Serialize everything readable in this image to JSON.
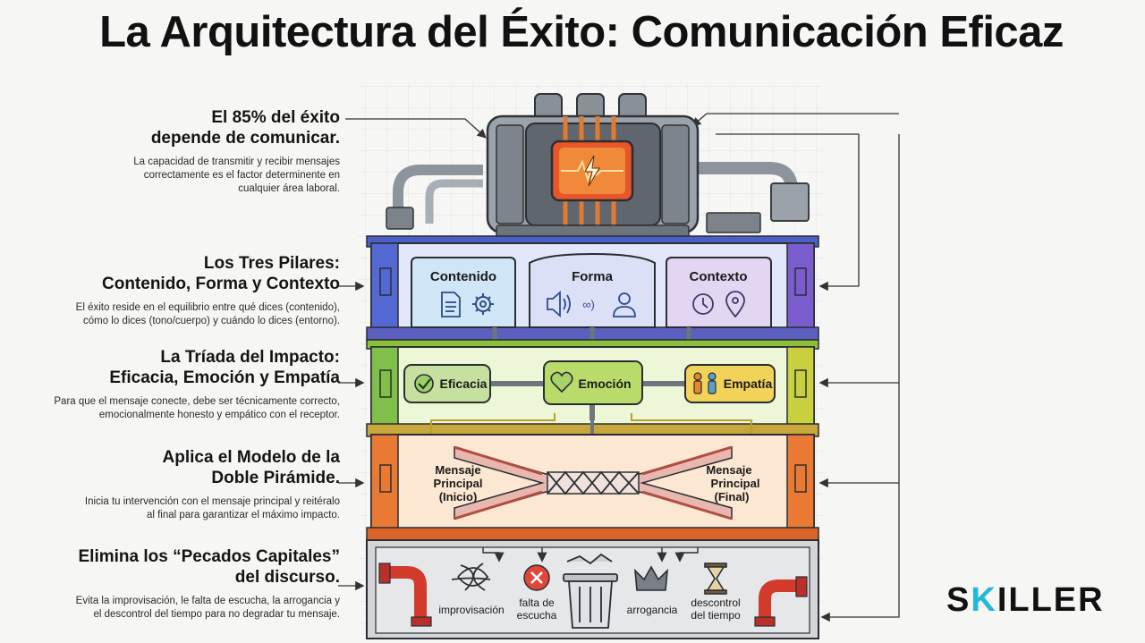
{
  "title": "La Arquitectura del Éxito: Comunicación Eficaz",
  "sections": [
    {
      "heading_line1": "El 85% del éxito",
      "heading_line2": "depende de comunicar.",
      "body_line1": "La capacidad de transmitir y recibir mensajes",
      "body_line2": "correctamente es el factor determinente en",
      "body_line3": "cualquier área laboral."
    },
    {
      "heading_line1": "Los Tres Pilares:",
      "heading_line2": "Contenido, Forma y Contexto",
      "body_line1": "El éxito reside en el equilibrio entre qué dices (contenido),",
      "body_line2": "cómo lo dices (tono/cuerpo) y cuándo lo dices (entorno)."
    },
    {
      "heading_line1": "La Tríada del Impacto:",
      "heading_line2": "Eficacia, Emoción y Empatía",
      "body_line1": "Para que el mensaje conecte, debe ser técnicamente correcto,",
      "body_line2": "emocionalmente honesto y empático con el receptor."
    },
    {
      "heading_line1": "Aplica el Modelo de la",
      "heading_line2": "Doble Pirámide.",
      "body_line1": "Inicia tu intervención con el mensaje principal y reitéralo",
      "body_line2": "al final para garantizar el máximo impacto."
    },
    {
      "heading_line1": "Elimina los “Pecados Capitales”",
      "heading_line2": "del discurso.",
      "body_line1": "Evita la improvisación, le falta de escucha, la arrogancia y",
      "body_line2": "el descontrol del tiempo para no degradar tu mensaje."
    }
  ],
  "diagram": {
    "pillars": [
      {
        "label": "Contenido",
        "icons": [
          "document-icon",
          "gear-icon"
        ]
      },
      {
        "label": "Forma",
        "icons": [
          "speaker-icon",
          "person-icon"
        ]
      },
      {
        "label": "Contexto",
        "icons": [
          "clock-icon",
          "location-pin-icon"
        ]
      }
    ],
    "triad": [
      {
        "label": "Eficacia",
        "icon": "check-icon"
      },
      {
        "label": "Emoción",
        "icon": "heart-icon"
      },
      {
        "label": "Empatía",
        "icon": "people-icon"
      }
    ],
    "pyramid": {
      "left_line1": "Mensaje",
      "left_line2": "Principal",
      "left_line3": "(Inicio)",
      "right_line1": "Mensaje",
      "right_line2": "Principal",
      "right_line3": "(Final)"
    },
    "sins": [
      {
        "line1": "improvisación",
        "line2": "",
        "icon": "tangle-icon"
      },
      {
        "line1": "falta de",
        "line2": "escucha",
        "icon": "x-circle-icon"
      },
      {
        "line1": "arrogancia",
        "line2": "",
        "icon": "crown-icon"
      },
      {
        "line1": "descontrol",
        "line2": "del tiempo",
        "icon": "hourglass-icon"
      }
    ],
    "colors": {
      "engine": "#7d8590",
      "core": "#e8562a",
      "level_blue": "#4a5fc8",
      "level_green": "#8bbf3c",
      "level_orange": "#e8742f",
      "level_gray": "#8e9196",
      "pipe_red": "#d23a2c"
    }
  },
  "logo": {
    "prefix": "S",
    "accent": "K",
    "suffix": "ILLER"
  }
}
